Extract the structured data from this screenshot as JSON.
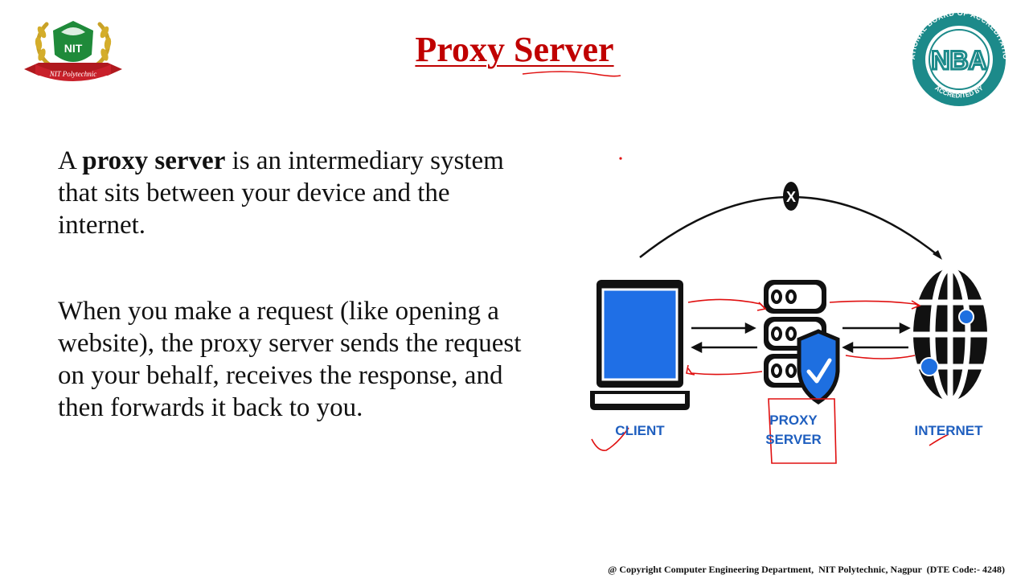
{
  "header": {
    "title": "Proxy Server",
    "left_logo": {
      "icon": "nit-polytechnic-logo",
      "text": "NIT",
      "ribbon_text": "NIT Polytechnic"
    },
    "right_logo": {
      "icon": "nba-accreditation-logo",
      "ring_text": "NATIONAL BOARD OF ACCREDITATION",
      "bottom_text": "ACCREDITED BY",
      "center_text": "NBA"
    }
  },
  "content": {
    "para1": {
      "prefix": "A ",
      "bold": "proxy server",
      "suffix": " is an intermediary system that sits between your device and the internet."
    },
    "para2": "When you make a request (like opening a website), the proxy server sends the request on your behalf, receives the response, and then forwards it back to you."
  },
  "diagram": {
    "labels": {
      "client": "CLIENT",
      "proxy_line1": "PROXY",
      "proxy_line2": "SERVER",
      "internet": "INTERNET"
    },
    "blocked_marker": "X",
    "colors": {
      "screen": "#1f6fe6",
      "label": "#1f5fbf",
      "shield": "#1e6fe0",
      "annotation": "#e01010"
    }
  },
  "footer": {
    "text": "@ Copyright Computer Engineering Department,  NIT Polytechnic, Nagpur  (DTE Code:- 4248)"
  }
}
